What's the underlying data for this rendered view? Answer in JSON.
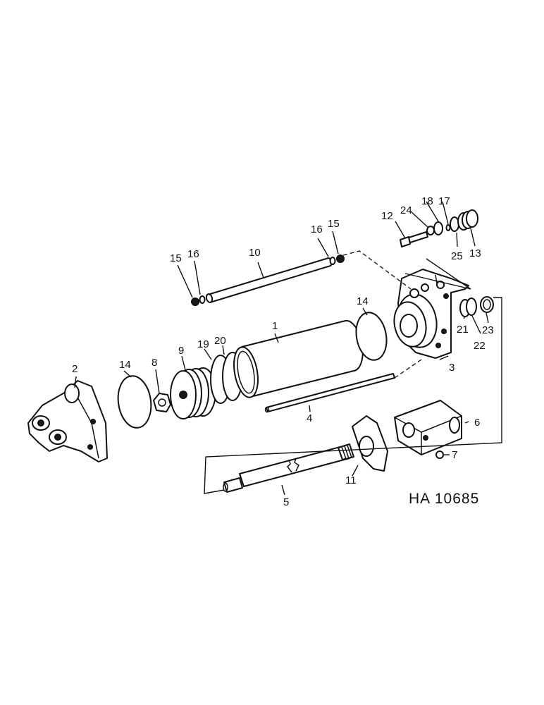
{
  "figure_reference": "HA 10685",
  "callouts": {
    "c1": "1",
    "c2": "2",
    "c3": "3",
    "c4": "4",
    "c5": "5",
    "c6": "6",
    "c7": "7",
    "c8": "8",
    "c9": "9",
    "c10": "10",
    "c11": "11",
    "c12": "12",
    "c13": "13",
    "c14a": "14",
    "c14b": "14",
    "c15a": "15",
    "c15b": "15",
    "c16a": "16",
    "c16b": "16",
    "c17": "17",
    "c18": "18",
    "c19": "19",
    "c20": "20",
    "c21": "21",
    "c22": "22",
    "c23": "23",
    "c24": "24",
    "c25": "25"
  }
}
